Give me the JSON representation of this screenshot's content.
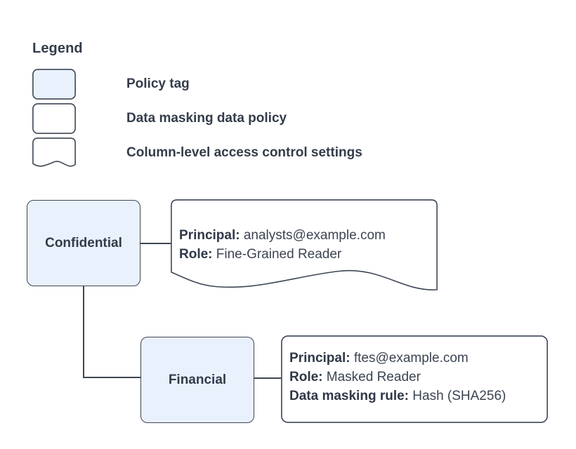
{
  "legend": {
    "title": "Legend",
    "items": [
      {
        "label": "Policy tag",
        "swatch": "rounded-rect-filled-icon"
      },
      {
        "label": "Data masking data policy",
        "swatch": "rounded-rect-outline-icon"
      },
      {
        "label": "Column-level access control settings",
        "swatch": "wavy-bottom-document-icon"
      }
    ]
  },
  "diagram": {
    "nodes": [
      {
        "label": "Confidential"
      },
      {
        "label": "Financial"
      }
    ],
    "callouts": [
      {
        "shape": "wavy-bottom-document-icon",
        "lines": [
          {
            "key": "Principal:",
            "value": "analysts@example.com"
          },
          {
            "key": "Role:",
            "value": "Fine-Grained Reader"
          }
        ]
      },
      {
        "shape": "rounded-rect-outline-icon",
        "lines": [
          {
            "key": "Principal:",
            "value": "ftes@example.com"
          },
          {
            "key": "Role:",
            "value": "Masked Reader"
          },
          {
            "key": "Data masking rule:",
            "value": "Hash (SHA256)"
          }
        ]
      }
    ]
  },
  "colors": {
    "node_fill": "#e9f1fd",
    "stroke": "#3d4655",
    "text": "#333c4a",
    "background": "#ffffff"
  }
}
